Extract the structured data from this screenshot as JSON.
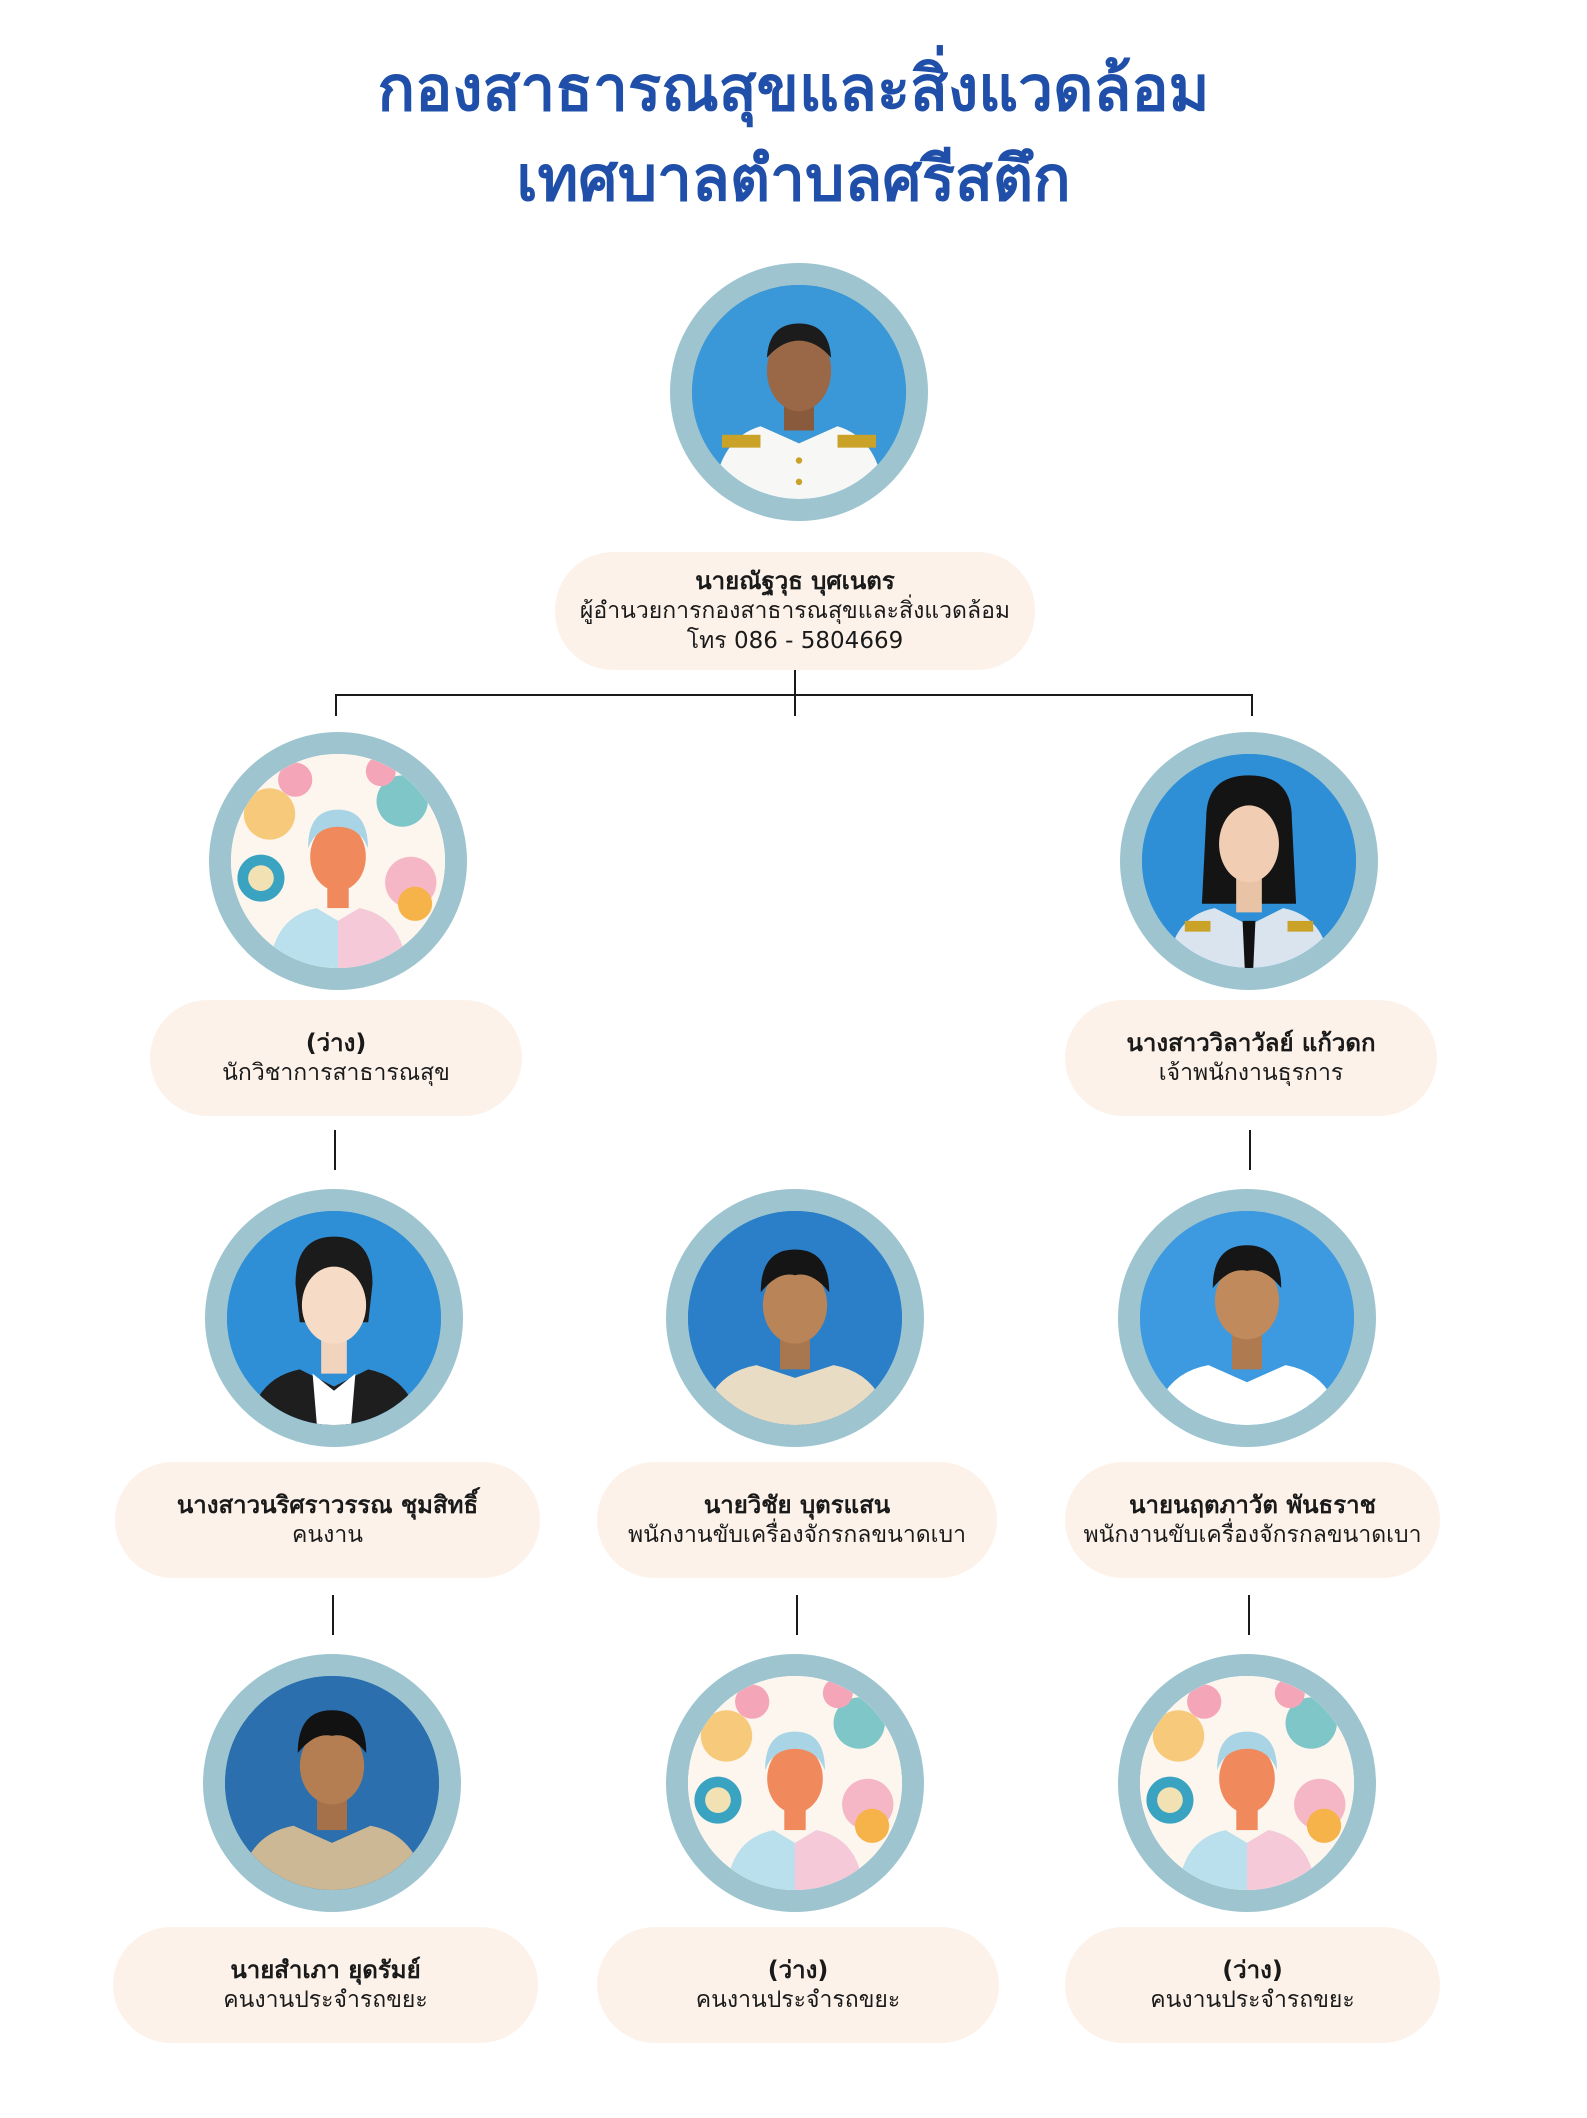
{
  "title": {
    "line1": "กองสาธารณสุขและสิ่งแวดล้อม",
    "line2": "เทศบาลตำบลศรีสตึก"
  },
  "director": {
    "name": "นายณัฐวุธ บุศเนตร",
    "position": "ผู้อำนวยการกองสาธารณสุขและสิ่งแวดล้อม",
    "phone": "โทร 086 - 5804669"
  },
  "level2": {
    "left": {
      "name": "(ว่าง)",
      "position": "นักวิชาการสาธารณสุข"
    },
    "right": {
      "name": "นางสาววิลาวัลย์  แก้วดก",
      "position": "เจ้าพนักงานธุรการ"
    }
  },
  "level3": {
    "left": {
      "name": "นางสาวนริศราวรรณ ชุมสิทธิ์",
      "position": "คนงาน"
    },
    "center": {
      "name": "นายวิชัย บุตรแสน",
      "position": "พนักงานขับเครื่องจักรกลขนาดเบา"
    },
    "right": {
      "name": "นายนฤตภาวัต พันธราช",
      "position": "พนักงานขับเครื่องจักรกลขนาดเบา"
    }
  },
  "level4": {
    "left": {
      "name": "นายสำเภา ยุดรัมย์",
      "position": "คนงานประจำรถขยะ"
    },
    "center": {
      "name": "(ว่าง)",
      "position": "คนงานประจำรถขยะ"
    },
    "right": {
      "name": "(ว่าง)",
      "position": "คนงานประจำรถขยะ"
    }
  },
  "colors": {
    "title": "#1f4fa8",
    "photo_ring": "#9ec5cf",
    "label_bg": "#fcf2ea",
    "photo_bg": "#2b86cf"
  }
}
